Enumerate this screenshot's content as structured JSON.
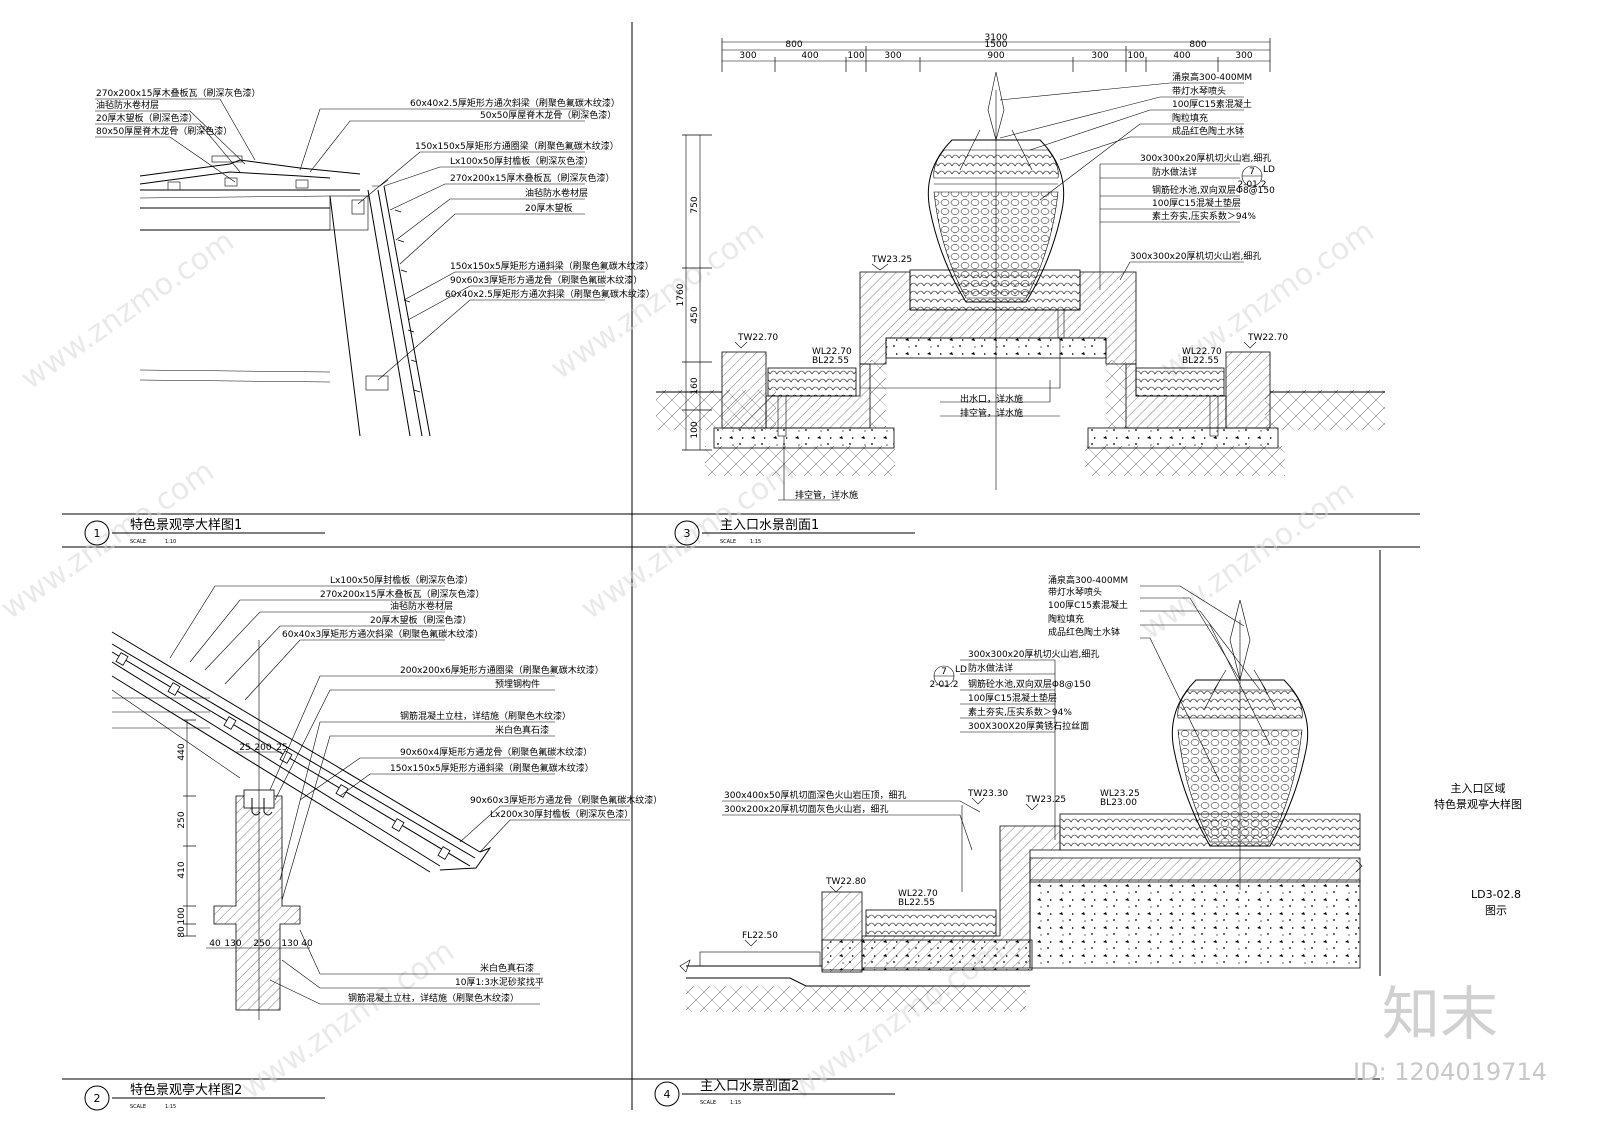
{
  "watermark": {
    "site": "www.znzmo.com",
    "logo_text": "知末",
    "id_text": "ID: 1204019714"
  },
  "sheet": {
    "area_name": "主入口区域",
    "drawing_name": "特色景观亭大样图",
    "drawing_no": "LD3-02.8",
    "status": "图示"
  },
  "panels": [
    {
      "num": "1",
      "title": "特色景观亭大样图1",
      "scale_label": "SCALE",
      "scale": "1:10"
    },
    {
      "num": "3",
      "title": "主入口水景剖面1",
      "scale_label": "SCALE",
      "scale": "1:15"
    },
    {
      "num": "2",
      "title": "特色景观亭大样图2",
      "scale_label": "SCALE",
      "scale": "1:15"
    },
    {
      "num": "4",
      "title": "主入口水景剖面2",
      "scale_label": "SCALE",
      "scale": "1:15"
    }
  ],
  "detail1": {
    "notes": [
      "270x200x15厚木叠板瓦（刷深灰色漆）",
      "油毡防水卷材层",
      "20厚木望板（刷深色漆）",
      "80x50厚屋脊木龙骨（刷深色漆）",
      "60x40x2.5厚矩形方通次斜梁（刷聚色氟碳木纹漆）",
      "50x50厚屋脊木龙骨（刷深色漆）",
      "150x150x5厚矩形方通圈梁（刷聚色氟碳木纹漆）",
      "Lx100x50厚封檐板（刷深灰色漆）",
      "270x200x15厚木叠板瓦（刷深灰色漆）",
      "油毡防水卷材层",
      "20厚木望板",
      "150x150x5厚矩形方通斜梁（刷聚色氟碳木纹漆）",
      "90x60x3厚矩形方通龙骨（刷聚色氟碳木纹漆）",
      "60x40x2.5厚矩形方通次斜梁（刷聚色氟碳木纹漆）"
    ]
  },
  "detail2": {
    "notes": [
      "Lx100x50厚封檐板（刷深灰色漆）",
      "270x200x15厚木叠板瓦（刷深灰色漆）",
      "油毡防水卷材层",
      "20厚木望板（刷深色漆）",
      "60x40x3厚矩形方通次斜梁（刷聚色氟碳木纹漆）",
      "200x200x6厚矩形方通圈梁（刷聚色氟碳木纹漆）",
      "预埋钢构件",
      "钢筋混凝土立柱，详结施（刷聚色木纹漆）",
      "米白色真石漆",
      "90x60x4厚矩形方通龙骨（刷聚色氟碳木纹漆）",
      "150x150x5厚矩形方通斜梁（刷聚色氟碳木纹漆）",
      "90x60x3厚矩形方通龙骨（刷聚色氟碳木纹漆）",
      "Lx200x30厚封檐板（刷深灰色漆）"
    ],
    "bottom_notes": [
      "米白色真石漆",
      "10厚1:3水泥砂浆找平",
      "钢筋混凝土立柱，详结施（刷聚色木纹漆）"
    ],
    "dims_v": [
      "440",
      "250",
      "410",
      "100",
      "80"
    ],
    "dims_top": [
      "25",
      "200",
      "25"
    ],
    "dims_bottom": [
      "40",
      "130",
      "250",
      "130",
      "40"
    ]
  },
  "section1": {
    "dims_top_total": "3100",
    "dims_top_mid": [
      "800",
      "1500",
      "800"
    ],
    "dims_top_detail": [
      "300",
      "400",
      "100",
      "300",
      "900",
      "300",
      "100",
      "400",
      "300"
    ],
    "dims_left": [
      "750",
      "1760",
      "450",
      "160",
      "100"
    ],
    "notes_right": [
      "涌泉高300-400MM",
      "带灯水琴喷头",
      "100厚C15素混凝土",
      "陶粒填充",
      "成品红色陶土水钵",
      "300x300x20厚机切火山岩,细孔",
      "防水做法详",
      "钢筋砼水池,双向双层Φ8@150",
      "100厚C15混凝土垫层",
      "素土夯实,压实系数＞94%",
      "300x300x20厚机切火山岩,细孔"
    ],
    "ref": {
      "top": "7",
      "side": "LD",
      "bottom": "2-01.2"
    },
    "levels": [
      "TW23.25",
      "TW22.70",
      "WL22.70",
      "BL22.55",
      "WL22.70",
      "BL22.55",
      "TW22.70"
    ],
    "pipe_notes": [
      "出水口，详水施",
      "排空管，详水施",
      "排空管，详水施"
    ]
  },
  "section2": {
    "notes_top": [
      "涌泉高300-400MM",
      "带灯水琴喷头",
      "100厚C15素混凝土",
      "陶粒填充",
      "成品红色陶土水钵"
    ],
    "notes_left": [
      "300x300x20厚机切火山岩,细孔",
      "防水做法详",
      "钢筋砼水池,双向双层Φ8@150",
      "100厚C15混凝土垫层",
      "素土夯实,压实系数＞94%",
      "300X300X20厚黄锈石拉丝面"
    ],
    "notes_low": [
      "300x400x50厚机切面深色火山岩压顶，细孔",
      "300x200x20厚机切面灰色火山岩，细孔"
    ],
    "ref": {
      "top": "7",
      "side": "LD",
      "bottom": "2-01.2"
    },
    "levels": [
      "TW23.30",
      "TW23.25",
      "WL23.25",
      "BL23.00",
      "TW22.80",
      "WL22.70",
      "BL22.55",
      "FL22.50"
    ]
  }
}
